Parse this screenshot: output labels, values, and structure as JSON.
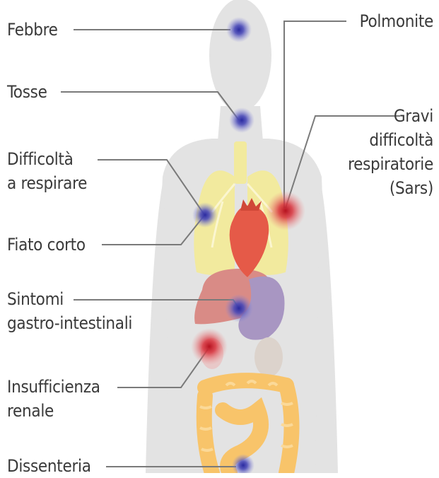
{
  "colors": {
    "body": "#e3e3e3",
    "lungs": "#f2ea9e",
    "heart": "#e55a48",
    "liver": "#d98b86",
    "stomach": "#a896c2",
    "kidney": "#dcd3cc",
    "intestine": "#f8c46a",
    "mild_dot": "#3030a8",
    "severe_dot": "#c81f2c",
    "line": "#7a7a7a",
    "text": "#3a3a3a"
  },
  "labels": {
    "febbre": "Febbre",
    "tosse": "Tosse",
    "difficolta_l1": "Difficoltà",
    "difficolta_l2": "a respirare",
    "fiato": "Fiato corto",
    "sintomi_l1": "Sintomi",
    "sintomi_l2": "gastro-intestinali",
    "insufficienza_l1": "Insufficienza",
    "insufficienza_l2": "renale",
    "dissenteria": "Dissenteria",
    "polmonite": "Polmonite",
    "gravi_l1": "Gravi",
    "gravi_l2": "difficoltà",
    "gravi_l3": "respiratorie",
    "gravi_l4": "(Sars)"
  }
}
